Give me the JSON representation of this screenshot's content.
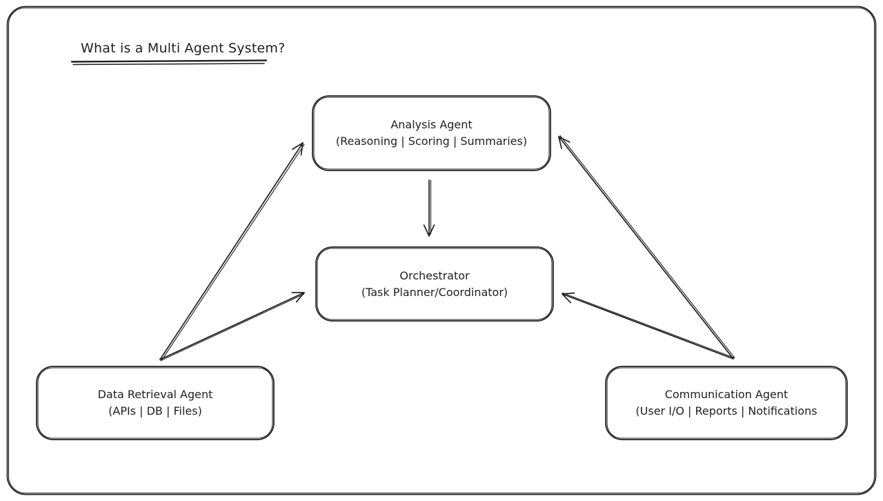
{
  "title": "What is a Multi Agent System?",
  "boxes": {
    "analysis": {
      "name": "Analysis Agent",
      "detail": "(Reasoning | Scoring | Summaries)"
    },
    "orchestrator": {
      "name": "Orchestrator",
      "detail": "(Task Planner/Coordinator)"
    },
    "data_retrieval": {
      "name": "Data Retrieval Agent",
      "detail": "(APIs | DB | Files)"
    },
    "communication": {
      "name": "Communication Agent",
      "detail": "(User I/O | Reports | Notifications"
    }
  },
  "connections": [
    {
      "from": "data_retrieval",
      "to": "analysis"
    },
    {
      "from": "data_retrieval",
      "to": "orchestrator"
    },
    {
      "from": "analysis",
      "to": "orchestrator"
    },
    {
      "from": "communication",
      "to": "analysis"
    },
    {
      "from": "communication",
      "to": "orchestrator"
    }
  ],
  "colors": {
    "stroke": "#1e1e1e",
    "background": "#ffffff"
  }
}
